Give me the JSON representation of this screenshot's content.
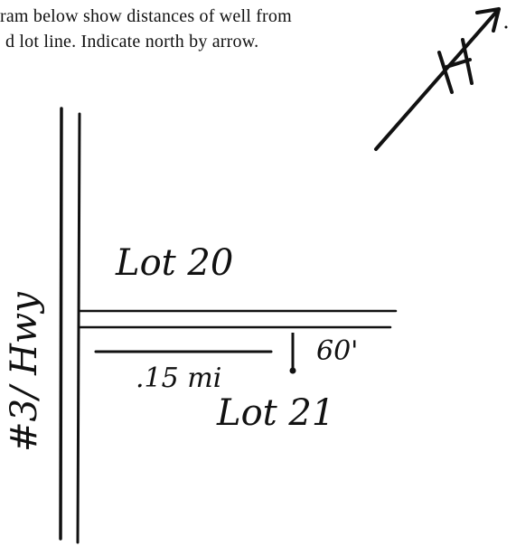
{
  "instructions": {
    "line1": "ram below show distances of well from",
    "line2": "d lot line.  Indicate north by arrow."
  },
  "labels": {
    "lot_upper": "Lot 20",
    "lot_lower": "Lot 21",
    "distance_road": ".15 mi",
    "distance_lot_line": "60'",
    "road_name": "#3/ Hwy"
  },
  "symbols": {
    "north_arrow": "north-arrow-icon",
    "well": "well-marker-icon"
  },
  "colors": {
    "ink": "#111111",
    "paper": "#ffffff"
  }
}
